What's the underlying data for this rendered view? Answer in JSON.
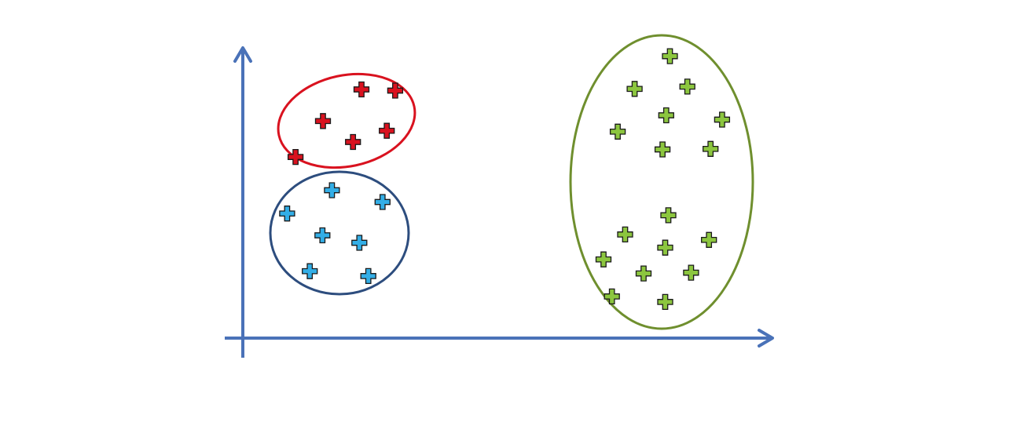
{
  "chart_data": {
    "type": "scatter",
    "title": "",
    "xlabel": "",
    "ylabel": "",
    "xlim": [
      0,
      100
    ],
    "ylim": [
      0,
      100
    ],
    "grid": false,
    "marker": "plus",
    "axis_color": "#4a72b8",
    "series": [
      {
        "color": "#d9121f",
        "outline_color": "#d9121f",
        "enclosure": "ellipse",
        "points": [
          [
            22.5,
            86.6
          ],
          [
            28.9,
            86.2
          ],
          [
            15.2,
            75.6
          ],
          [
            27.3,
            72.2
          ],
          [
            20.9,
            68.3
          ],
          [
            10.0,
            63.1
          ]
        ]
      },
      {
        "color": "#33aee6",
        "outline_color": "#2d4d7e",
        "enclosure": "ellipse",
        "points": [
          [
            16.9,
            51.5
          ],
          [
            26.5,
            47.4
          ],
          [
            8.4,
            43.4
          ],
          [
            15.1,
            35.8
          ],
          [
            22.1,
            33.2
          ],
          [
            12.7,
            23.3
          ],
          [
            23.8,
            21.6
          ]
        ]
      },
      {
        "color": "#8cc63f",
        "outline_color": "#6f8f2e",
        "enclosure": "ellipse",
        "points": [
          [
            81.0,
            98.2
          ],
          [
            74.3,
            86.8
          ],
          [
            84.3,
            87.6
          ],
          [
            80.3,
            77.6
          ],
          [
            90.9,
            76.1
          ],
          [
            71.1,
            71.9
          ],
          [
            79.6,
            65.7
          ],
          [
            88.7,
            65.9
          ],
          [
            80.7,
            42.8
          ],
          [
            72.5,
            36.1
          ],
          [
            88.4,
            34.2
          ],
          [
            80.1,
            31.5
          ],
          [
            68.4,
            27.4
          ],
          [
            76.0,
            22.5
          ],
          [
            85.0,
            22.8
          ],
          [
            70.0,
            14.5
          ],
          [
            80.1,
            12.6
          ]
        ]
      }
    ]
  }
}
